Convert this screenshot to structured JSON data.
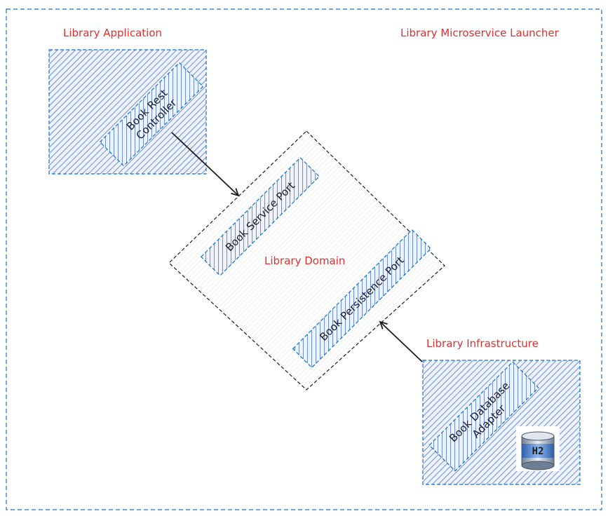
{
  "launcher": {
    "label": "Library Microservice Launcher"
  },
  "application": {
    "label": "Library Application",
    "controller_line1": "Book Rest",
    "controller_line2": "Controller"
  },
  "domain": {
    "label": "Library Domain",
    "service_port": "Book Service Port",
    "persistence_port": "Book Persistence Port"
  },
  "infrastructure": {
    "label": "Library Infrastructure",
    "adapter_line1": "Book Database",
    "adapter_line2": "Adapter",
    "db_badge": "H2"
  },
  "colors": {
    "label_red": "#e03131",
    "box_blue": "#1971c2",
    "hatch_blue": "#4a74d6",
    "stroke_dark": "#1e1e1e"
  },
  "icons": [
    "h2-database-icon"
  ]
}
